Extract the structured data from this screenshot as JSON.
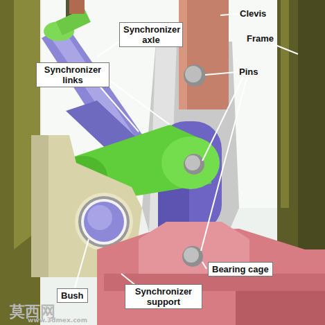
{
  "diagram": {
    "nodes": [
      {
        "text": [
          "Synchronizer axle"
        ]
      },
      {
        "text": [
          "Synchronizer links"
        ]
      },
      {
        "text": [
          "Bearing cage"
        ]
      },
      {
        "text": [
          "Bush"
        ]
      },
      {
        "text": [
          "Synchronizer support"
        ]
      }
    ],
    "labels": [
      "Clevis",
      "Frame",
      "Pins",
      "莫西网",
      "www.3dmex.com"
    ]
  }
}
